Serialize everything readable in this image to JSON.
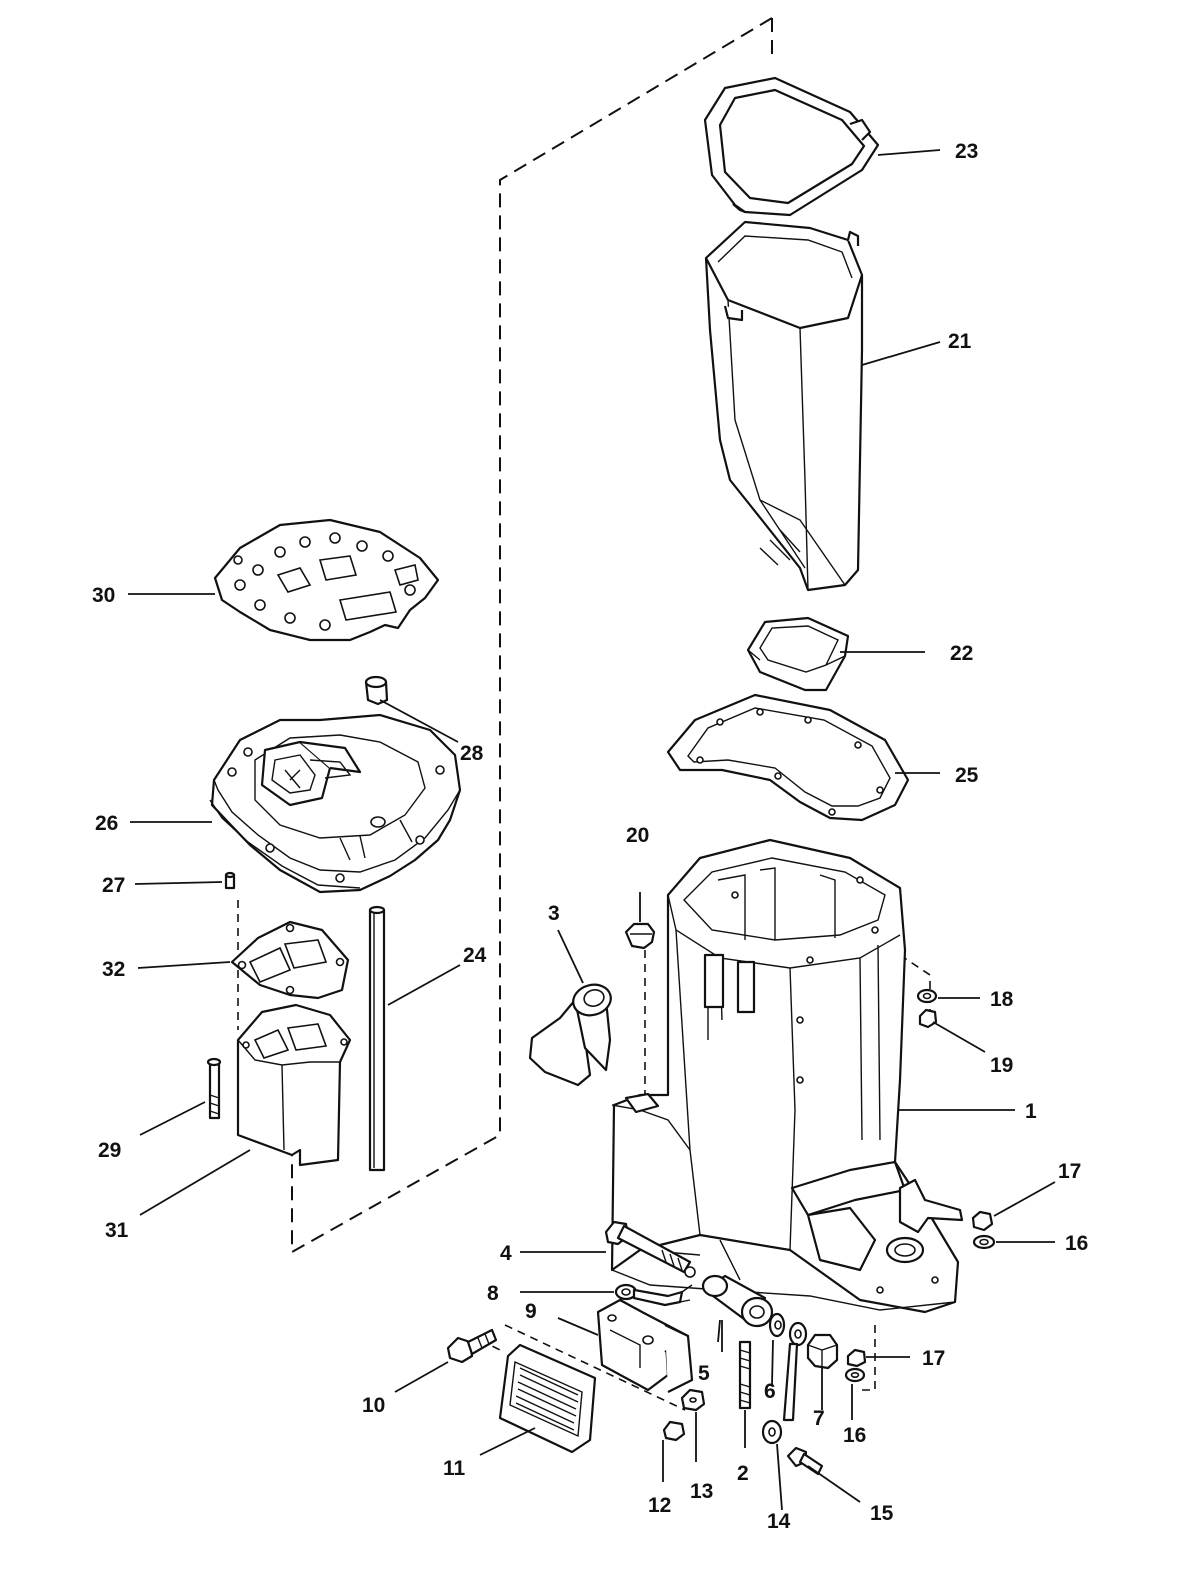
{
  "callouts": [
    {
      "id": "1",
      "text": "1"
    },
    {
      "id": "2",
      "text": "2"
    },
    {
      "id": "3",
      "text": "3"
    },
    {
      "id": "4",
      "text": "4"
    },
    {
      "id": "5",
      "text": "5"
    },
    {
      "id": "6",
      "text": "6"
    },
    {
      "id": "7",
      "text": "7"
    },
    {
      "id": "8",
      "text": "8"
    },
    {
      "id": "9",
      "text": "9"
    },
    {
      "id": "10",
      "text": "10"
    },
    {
      "id": "11",
      "text": "11"
    },
    {
      "id": "12",
      "text": "12"
    },
    {
      "id": "13",
      "text": "13"
    },
    {
      "id": "14",
      "text": "14"
    },
    {
      "id": "15",
      "text": "15"
    },
    {
      "id": "16a",
      "text": "16"
    },
    {
      "id": "16b",
      "text": "16"
    },
    {
      "id": "17a",
      "text": "17"
    },
    {
      "id": "17b",
      "text": "17"
    },
    {
      "id": "18",
      "text": "18"
    },
    {
      "id": "19",
      "text": "19"
    },
    {
      "id": "20",
      "text": "20"
    },
    {
      "id": "21",
      "text": "21"
    },
    {
      "id": "22",
      "text": "22"
    },
    {
      "id": "23",
      "text": "23"
    },
    {
      "id": "24",
      "text": "24"
    },
    {
      "id": "25",
      "text": "25"
    },
    {
      "id": "26",
      "text": "26"
    },
    {
      "id": "27",
      "text": "27"
    },
    {
      "id": "28",
      "text": "28"
    },
    {
      "id": "29",
      "text": "29"
    },
    {
      "id": "30",
      "text": "30"
    },
    {
      "id": "31",
      "text": "31"
    },
    {
      "id": "32",
      "text": "32"
    }
  ]
}
